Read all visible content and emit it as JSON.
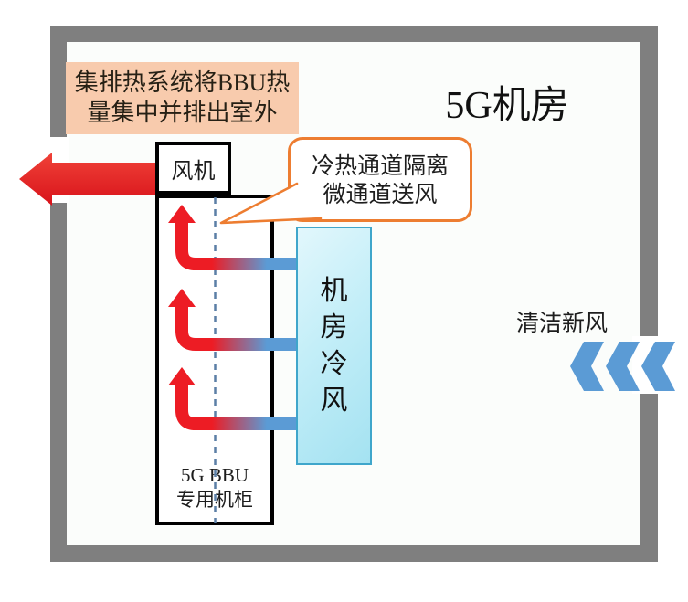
{
  "title": {
    "text": "5G机房"
  },
  "callout_heat_exhaust": {
    "line1": "集排热系统将BBU热",
    "line2": "量集中并排出室外"
  },
  "fan_box": {
    "label": "风机"
  },
  "bbu_cabinet": {
    "label_line1": "5G  BBU",
    "label_line2": "专用机柜"
  },
  "bubble_airflow": {
    "line1": "冷热通道隔离",
    "line2": "微通道送风"
  },
  "cold_air_box": {
    "text": "机房冷风"
  },
  "fresh_air": {
    "label": "清洁新风"
  },
  "icons": {
    "exhaust_arrow": "thick-left-arrow",
    "heat_flow_arrows": "bent-up-arrow-red-blue-gradient-x3",
    "fresh_air_chevrons": "triple-left-chevron",
    "partition_line": "vertical-dashed-line"
  },
  "colors": {
    "wall": "#7F7F7F",
    "callout_fill": "#F8CBAD",
    "bubble_border": "#ED7D31",
    "hot": "#E8232B",
    "cold": "#5B9BD5",
    "cold_box_border": "#3FA6CB",
    "dashed_line": "#5B7FA6"
  }
}
